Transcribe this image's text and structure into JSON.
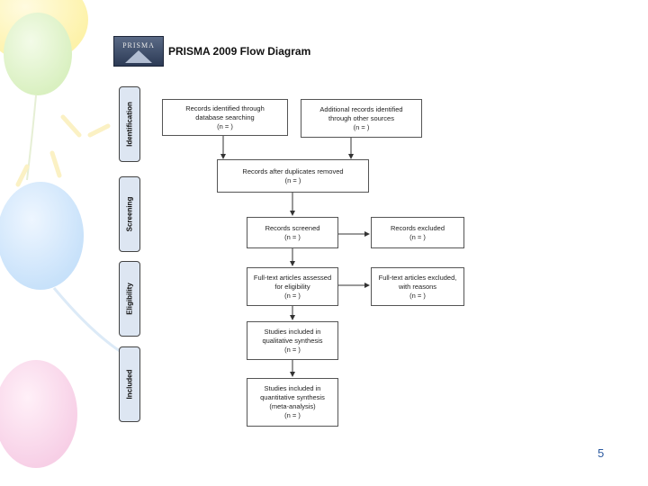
{
  "logo": {
    "text": "PRISMA"
  },
  "title": "PRISMA 2009 Flow Diagram",
  "stages": [
    {
      "id": "identification",
      "label": "Identification"
    },
    {
      "id": "screening",
      "label": "Screening"
    },
    {
      "id": "eligibility",
      "label": "Eligibility"
    },
    {
      "id": "included",
      "label": "Included"
    }
  ],
  "boxes": {
    "db_records": {
      "line1": "Records identified through",
      "line2": "database searching",
      "n": "(n =   )"
    },
    "other_records": {
      "line1": "Additional records identified",
      "line2": "through other sources",
      "n": "(n =   )"
    },
    "after_duplicates": {
      "line1": "Records after duplicates removed",
      "n": "(n =   )"
    },
    "screened": {
      "line1": "Records screened",
      "n": "(n =   )"
    },
    "excluded": {
      "line1": "Records excluded",
      "n": "(n =   )"
    },
    "fulltext_assessed": {
      "line1": "Full-text articles assessed",
      "line2": "for eligibility",
      "n": "(n =   )"
    },
    "fulltext_excluded": {
      "line1": "Full-text articles excluded,",
      "line2": "with reasons",
      "n": "(n =   )"
    },
    "qualitative": {
      "line1": "Studies included in",
      "line2": "qualitative synthesis",
      "n": "(n =   )"
    },
    "quantitative": {
      "line1": "Studies included in",
      "line2": "quantitative synthesis",
      "line3": "(meta-analysis)",
      "n": "(n =   )"
    }
  },
  "page_number": "5"
}
